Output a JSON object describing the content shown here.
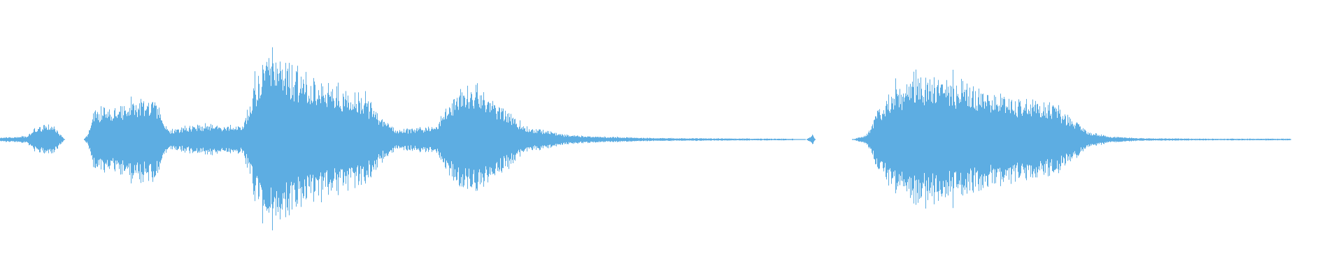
{
  "waveform": {
    "color": "#5dade2",
    "background": "#ffffff",
    "envelope": [
      [
        0.0,
        0.03
      ],
      [
        0.01,
        0.03
      ],
      [
        0.02,
        0.04
      ],
      [
        0.025,
        0.14
      ],
      [
        0.03,
        0.16
      ],
      [
        0.035,
        0.18
      ],
      [
        0.04,
        0.16
      ],
      [
        0.044,
        0.08
      ],
      [
        0.048,
        0.0
      ],
      [
        0.062,
        0.0
      ],
      [
        0.065,
        0.06
      ],
      [
        0.07,
        0.38
      ],
      [
        0.08,
        0.42
      ],
      [
        0.095,
        0.46
      ],
      [
        0.105,
        0.52
      ],
      [
        0.115,
        0.48
      ],
      [
        0.12,
        0.3
      ],
      [
        0.125,
        0.12
      ],
      [
        0.14,
        0.16
      ],
      [
        0.155,
        0.2
      ],
      [
        0.17,
        0.16
      ],
      [
        0.18,
        0.16
      ],
      [
        0.185,
        0.4
      ],
      [
        0.19,
        0.78
      ],
      [
        0.197,
        0.95
      ],
      [
        0.205,
        1.0
      ],
      [
        0.215,
        0.9
      ],
      [
        0.225,
        0.82
      ],
      [
        0.235,
        0.7
      ],
      [
        0.25,
        0.62
      ],
      [
        0.265,
        0.58
      ],
      [
        0.275,
        0.46
      ],
      [
        0.285,
        0.26
      ],
      [
        0.295,
        0.12
      ],
      [
        0.31,
        0.14
      ],
      [
        0.325,
        0.18
      ],
      [
        0.33,
        0.34
      ],
      [
        0.34,
        0.56
      ],
      [
        0.35,
        0.64
      ],
      [
        0.36,
        0.6
      ],
      [
        0.37,
        0.44
      ],
      [
        0.38,
        0.3
      ],
      [
        0.395,
        0.14
      ],
      [
        0.41,
        0.1
      ],
      [
        0.42,
        0.06
      ],
      [
        0.44,
        0.04
      ],
      [
        0.48,
        0.02
      ],
      [
        0.52,
        0.015
      ],
      [
        0.59,
        0.01
      ],
      [
        0.6,
        0.0
      ],
      [
        0.605,
        0.06
      ],
      [
        0.607,
        0.0
      ],
      [
        0.634,
        0.0
      ],
      [
        0.638,
        0.02
      ],
      [
        0.645,
        0.06
      ],
      [
        0.655,
        0.42
      ],
      [
        0.665,
        0.6
      ],
      [
        0.68,
        0.72
      ],
      [
        0.695,
        0.76
      ],
      [
        0.71,
        0.72
      ],
      [
        0.725,
        0.64
      ],
      [
        0.74,
        0.56
      ],
      [
        0.755,
        0.5
      ],
      [
        0.77,
        0.48
      ],
      [
        0.785,
        0.44
      ],
      [
        0.795,
        0.3
      ],
      [
        0.81,
        0.1
      ],
      [
        0.825,
        0.04
      ],
      [
        0.85,
        0.015
      ],
      [
        0.9,
        0.01
      ],
      [
        0.96,
        0.01
      ],
      [
        0.961,
        0.0
      ],
      [
        1.0,
        0.0
      ]
    ]
  }
}
